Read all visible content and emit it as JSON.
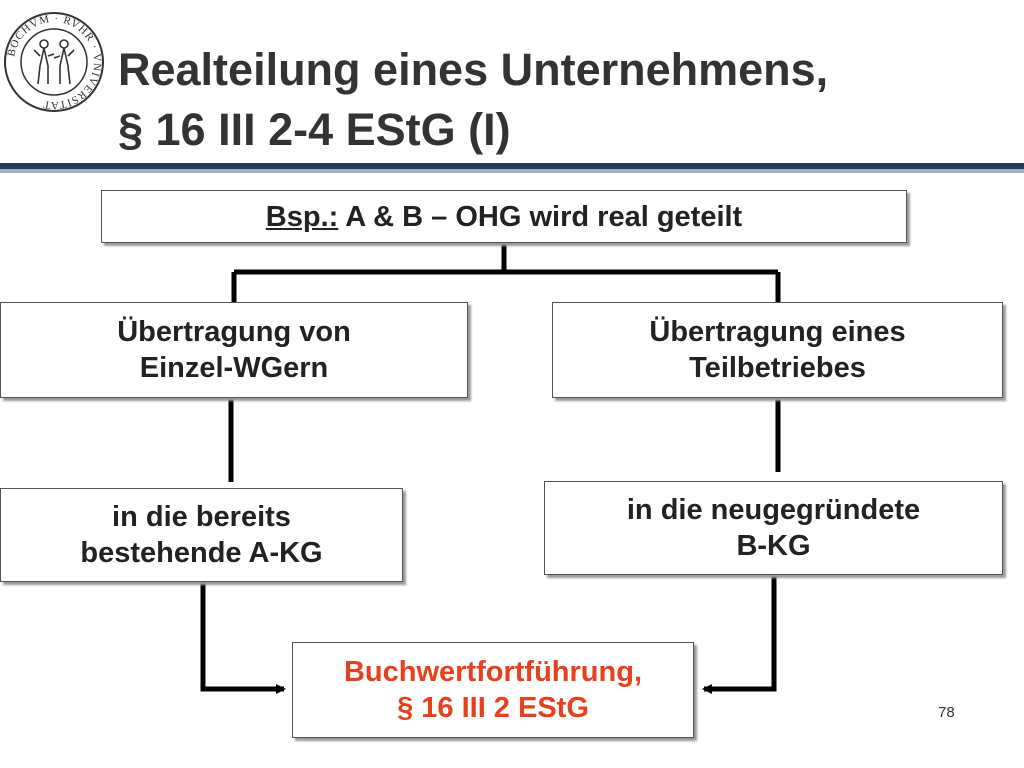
{
  "seal": {
    "text": "BOCHVM · RVHR · VNIVERSITAT"
  },
  "title": {
    "line1": "Realteilung eines Unternehmens,",
    "line2": "§ 16 III 2-4 EStG (I)"
  },
  "diagram": {
    "top": {
      "prefix": "Bsp.:",
      "text": " A & B – OHG wird real geteilt"
    },
    "left1": {
      "line1": "Übertragung von",
      "line2": "Einzel-WGern"
    },
    "right1": {
      "line1": "Übertragung eines",
      "line2": "Teilbetriebes"
    },
    "left2": {
      "line1": "in die bereits",
      "line2": "bestehende A-KG"
    },
    "right2": {
      "line1": "in die neugegründete",
      "line2": "B-KG"
    },
    "result": {
      "line1": "Buchwertfortführung,",
      "line2": "§ 16 III 2 EStG"
    }
  },
  "colors": {
    "accent": "#e8401c",
    "rule": "#1f3a5a"
  },
  "page_number": "78"
}
